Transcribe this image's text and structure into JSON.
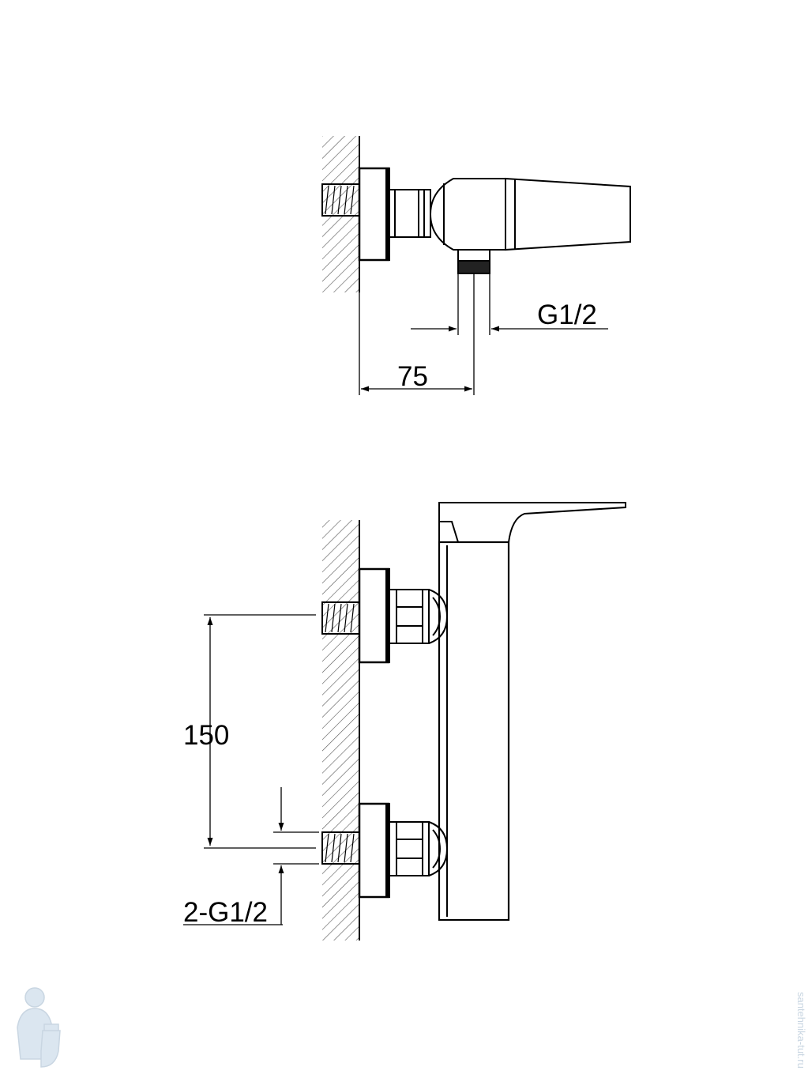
{
  "diagram": {
    "top_view": {
      "dimension_width": "75",
      "dimension_outlet": "G1/2"
    },
    "side_view": {
      "dimension_spacing": "150",
      "dimension_inlets": "2-G1/2"
    }
  },
  "watermark": {
    "text": "santehnika-tut.ru"
  },
  "colors": {
    "line": "#000000",
    "hatch": "#555555",
    "watermark": "#c9d6e2",
    "background": "#ffffff"
  }
}
